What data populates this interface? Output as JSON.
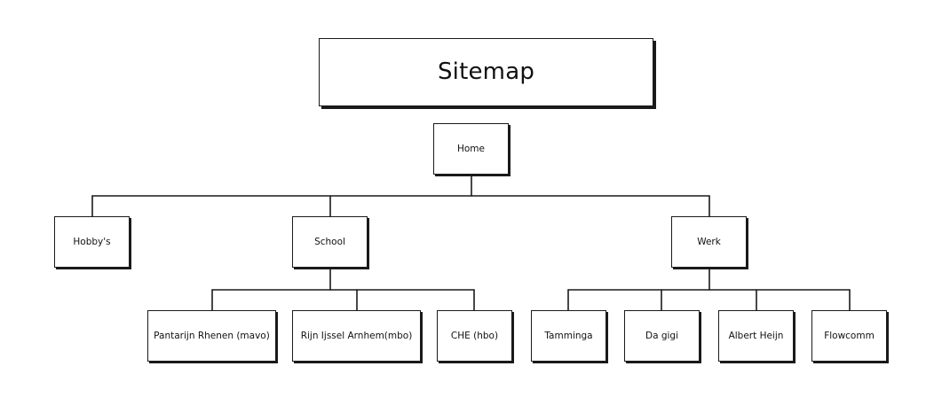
{
  "title": "Sitemap",
  "root": "Home",
  "sections": {
    "hobbys": "Hobby's",
    "school": "School",
    "werk": "Werk"
  },
  "school_items": [
    "Pantarijn Rhenen (mavo)",
    "Rijn Ijssel Arnhem(mbo)",
    "CHE (hbo)"
  ],
  "werk_items": [
    "Tamminga",
    "Da gigi",
    "Albert Heijn",
    "Flowcomm"
  ]
}
